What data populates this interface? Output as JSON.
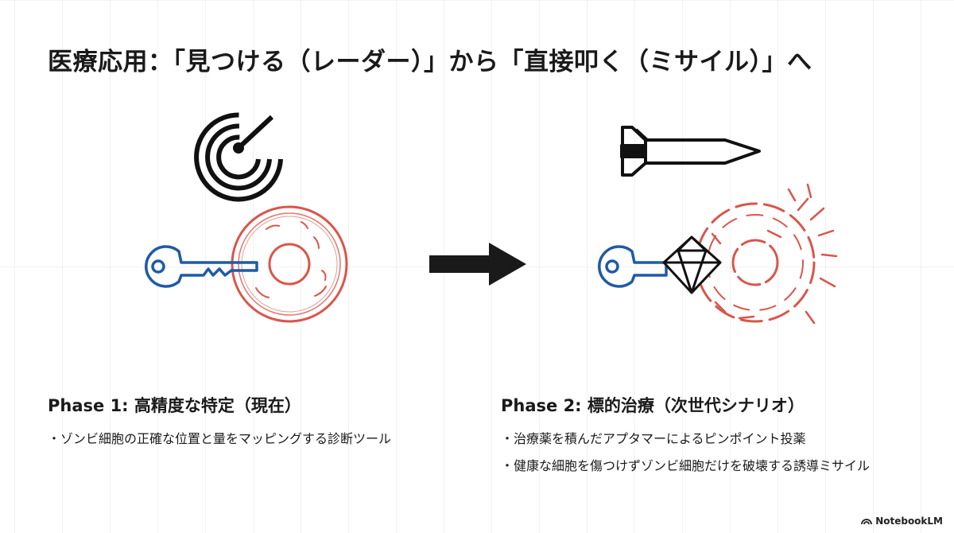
{
  "title": "医療応用：「見つける（レーダー）」から「直接叩く（ミサイル）」へ",
  "phase1": {
    "title": "Phase 1: 高精度な特定（現在）",
    "bullets": [
      "ゾンビ細胞の正確な位置と量をマッピングする診断ツール"
    ]
  },
  "phase2": {
    "title": "Phase 2: 標的治療（次世代シナリオ）",
    "bullets": [
      "治療薬を積んだアプタマーによるピンポイント投薬",
      "健康な細胞を傷つけずゾンビ細胞だけを破壊する誘導ミサイル"
    ]
  },
  "brand": {
    "name": "NotebookLM"
  },
  "colors": {
    "key": "#1f5aa6",
    "cell": "#d9564a",
    "ink": "#111111"
  },
  "icons": [
    "radar-icon",
    "key-icon",
    "cell-icon",
    "arrow-right-icon",
    "missile-icon",
    "diamond-icon",
    "exploding-cell-icon",
    "notebooklm-logo-icon"
  ]
}
